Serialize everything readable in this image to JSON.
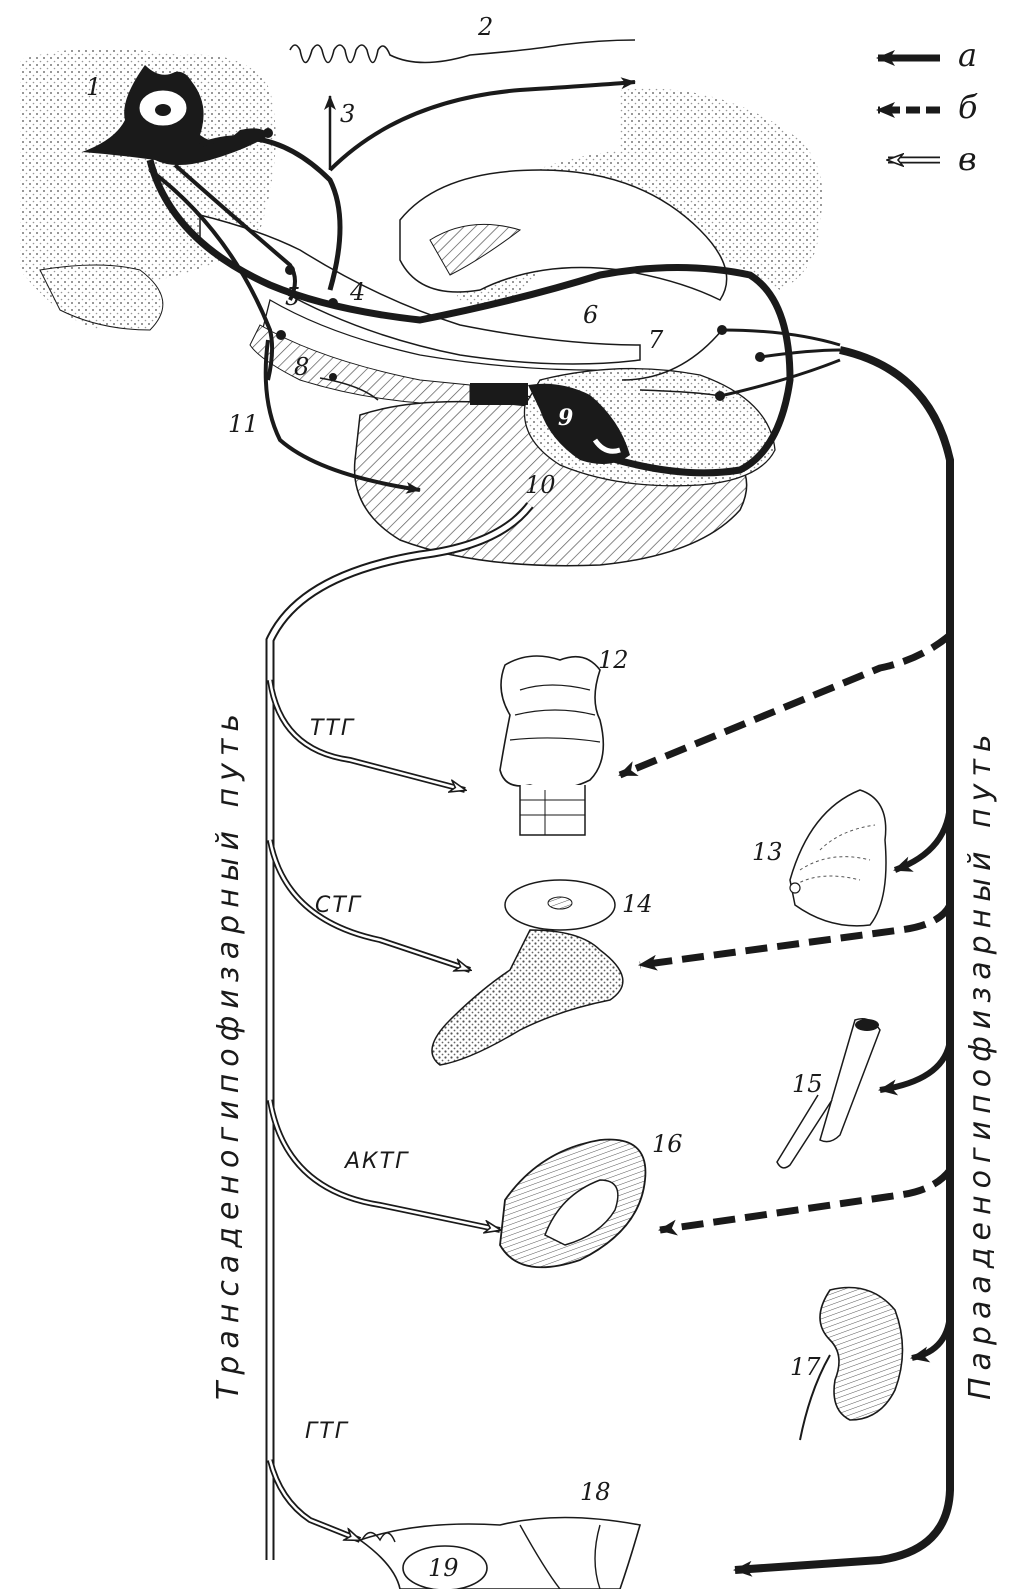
{
  "legend": [
    {
      "letter": "а",
      "arrow_style": "solid-black"
    },
    {
      "letter": "б",
      "arrow_style": "dashed-black"
    },
    {
      "letter": "в",
      "arrow_style": "hollow"
    }
  ],
  "numbers": [
    "1",
    "2",
    "3",
    "4",
    "5",
    "6",
    "7",
    "8",
    "9",
    "10",
    "11",
    "12",
    "13",
    "14",
    "15",
    "16",
    "17",
    "18",
    "19"
  ],
  "hormones": [
    "ТТГ",
    "СТГ",
    "АКТГ",
    "ГТГ"
  ],
  "pathways": {
    "left": "Трансаденогипофизарный путь",
    "right": "Парааденогипофизарный путь"
  },
  "colors": {
    "ink": "#1a1a1a",
    "paper": "#ffffff",
    "stipple": "#cfcfcf"
  }
}
